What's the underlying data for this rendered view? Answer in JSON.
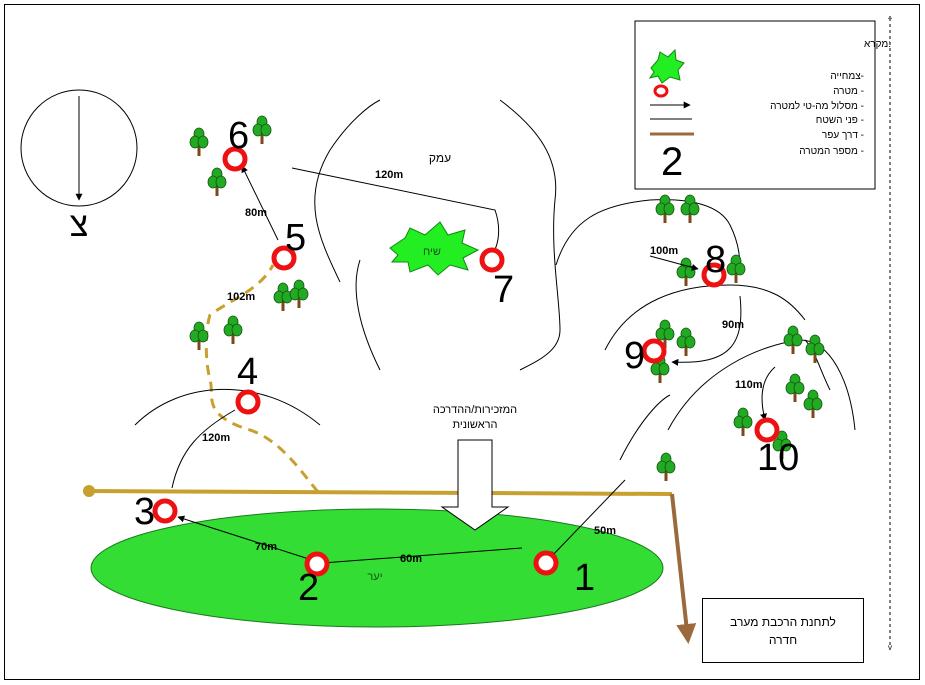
{
  "map": {
    "north_label": "צ",
    "valley_label": "עמק",
    "bush_label": "שיח",
    "forest_label": "יער",
    "start_label": {
      "line1": "המזכירות/ההדרכה",
      "line2": "הראשונית"
    },
    "destination": {
      "line1": "לתחנת הרכבת מערב",
      "line2": "חדרה"
    },
    "distances": [
      "50m",
      "60m",
      "70m",
      "120m",
      "102m",
      "80m",
      "120m",
      "100m",
      "90m",
      "110m"
    ],
    "targets": [
      "1",
      "2",
      "3",
      "4",
      "5",
      "6",
      "7",
      "8",
      "9",
      "10"
    ]
  },
  "legend": {
    "title": ":מקרא",
    "items": [
      {
        "label": "צמחייה-",
        "icon": "vegetation-icon"
      },
      {
        "label": "מטרה -",
        "icon": "target-icon"
      },
      {
        "label": "מסלול מה-טי למטרה -",
        "icon": "arrow-icon"
      },
      {
        "label": "פני השטח -",
        "icon": "terrain-line-icon"
      },
      {
        "label": "דרך עפר -",
        "icon": "dirt-road-icon"
      },
      {
        "label": "מספר המטרה -",
        "icon": "target-number-icon"
      }
    ],
    "sample_number": "2"
  },
  "colors": {
    "forest": "#33dd33",
    "target_red": "#ee1111",
    "road": "#c8a030",
    "dirt_road_brown": "#9b6a3c",
    "tree_green": "#22aa22",
    "bush": "#22ee22"
  }
}
